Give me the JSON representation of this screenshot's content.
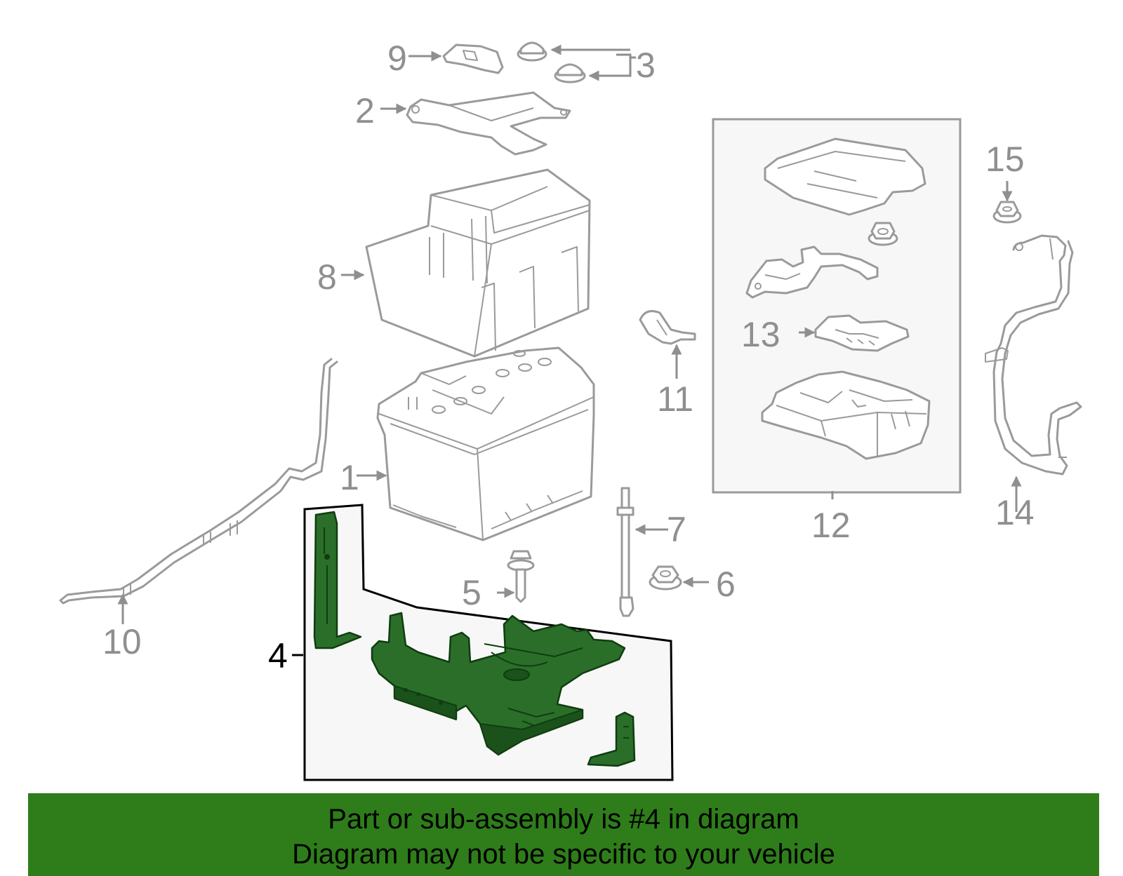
{
  "callouts": {
    "c1": "1",
    "c2": "2",
    "c3": "3",
    "c4": "4",
    "c5": "5",
    "c6": "6",
    "c7": "7",
    "c8": "8",
    "c9": "9",
    "c10": "10",
    "c11": "11",
    "c12": "12",
    "c13": "13",
    "c14": "14",
    "c15": "15"
  },
  "highlighted_part": "4",
  "colors": {
    "highlight": "#2a6e2a",
    "banner": "#2e7d1a",
    "part_outline": "#9a9a9a"
  },
  "banner": {
    "line1": "Part or sub-assembly is #4 in diagram",
    "line2": "Diagram may not be specific to your vehicle"
  }
}
